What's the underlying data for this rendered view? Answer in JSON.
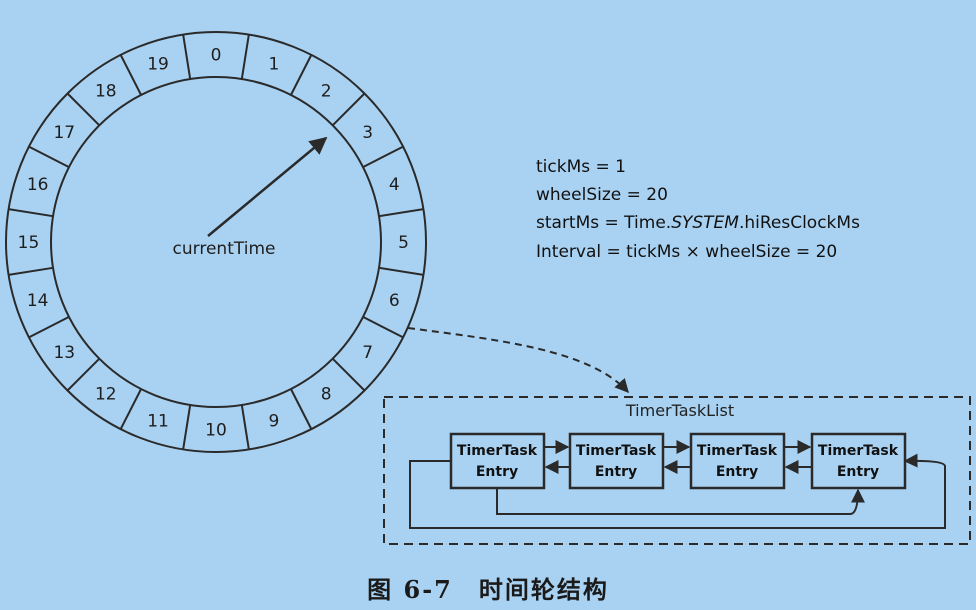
{
  "wheel": {
    "slots": [
      "0",
      "1",
      "2",
      "3",
      "4",
      "5",
      "6",
      "7",
      "8",
      "9",
      "10",
      "11",
      "12",
      "13",
      "14",
      "15",
      "16",
      "17",
      "18",
      "19"
    ],
    "center_label": "currentTime"
  },
  "params": {
    "line1": "tickMs = 1",
    "line2": "wheelSize = 20",
    "line3_prefix": "startMs = Time.",
    "line3_italic": "SYSTEM",
    "line3_suffix": ".hiResClockMs",
    "line4": "Interval = tickMs × wheelSize = 20"
  },
  "task_list": {
    "title": "TimerTaskList",
    "entries": [
      {
        "line1": "TimerTask",
        "line2": "Entry"
      },
      {
        "line1": "TimerTask",
        "line2": "Entry"
      },
      {
        "line1": "TimerTask",
        "line2": "Entry"
      },
      {
        "line1": "TimerTask",
        "line2": "Entry"
      }
    ]
  },
  "caption": "图 6-7　时间轮结构",
  "colors": {
    "background": "#a9d2f2",
    "wheel_fill": "#a9d2f2",
    "stroke": "#2a2a2a",
    "entry_fill": "#a9d2f2"
  }
}
